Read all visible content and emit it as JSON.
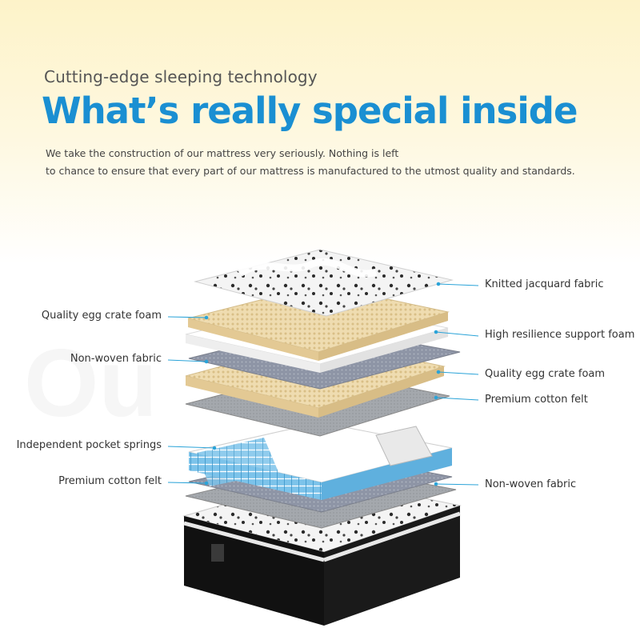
{
  "header": {
    "kicker": "Cutting-edge sleeping technology",
    "title": "What’s really special inside",
    "description_lines": [
      "We take the construction of our mattress very seriously. Nothing is left",
      "to chance to ensure that every part of our mattress is manufactured to the utmost quality and standards."
    ]
  },
  "layers_right": [
    "Knitted jacquard fabric",
    "High resilience support foam",
    "Quality egg crate foam",
    "Premium cotton felt",
    "Non-woven fabric"
  ],
  "layers_left": [
    "Quality egg crate foam",
    "Non-woven fabric",
    "Independent pocket springs",
    "Premium cotton felt"
  ],
  "colors": {
    "accent": "#1a8fd2",
    "leader_line": "#2aa3d8",
    "foam": "#efdcb0",
    "felt": "#9fa3a8",
    "springs": "#7cc3ea",
    "mattress_base": "#111111"
  }
}
